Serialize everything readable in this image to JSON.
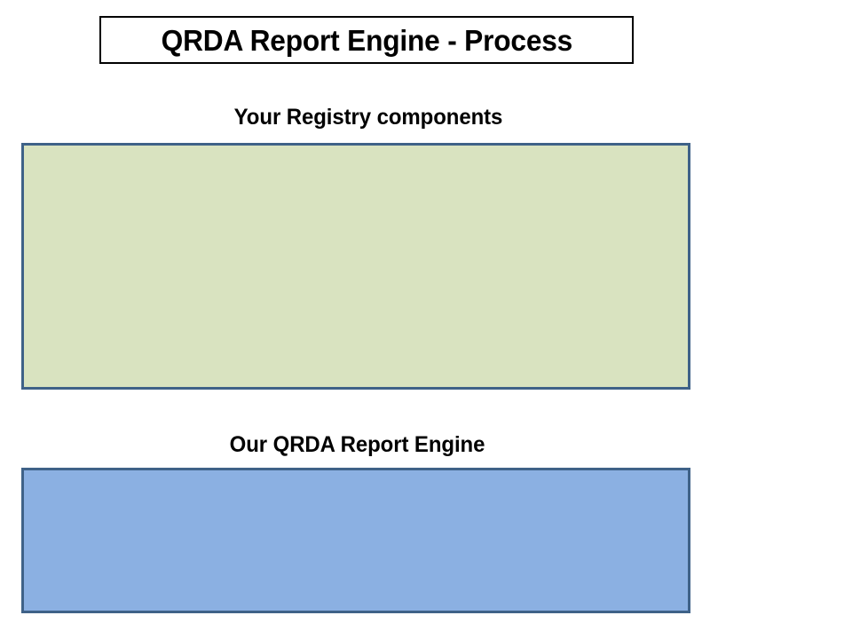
{
  "slide": {
    "title": "QRDA Report Engine - Process",
    "background_color": "#ffffff",
    "sections": [
      {
        "caption": "Your Registry components",
        "panel_name": "registry-components-panel",
        "fill_color": "#d9e3c0",
        "border_color": "#3f6288"
      },
      {
        "caption": "Our QRDA Report Engine",
        "panel_name": "qrda-report-engine-panel",
        "fill_color": "#8bb0e2",
        "border_color": "#3f6288"
      }
    ],
    "title_border_color": "#000000",
    "text_color": "#000000"
  }
}
